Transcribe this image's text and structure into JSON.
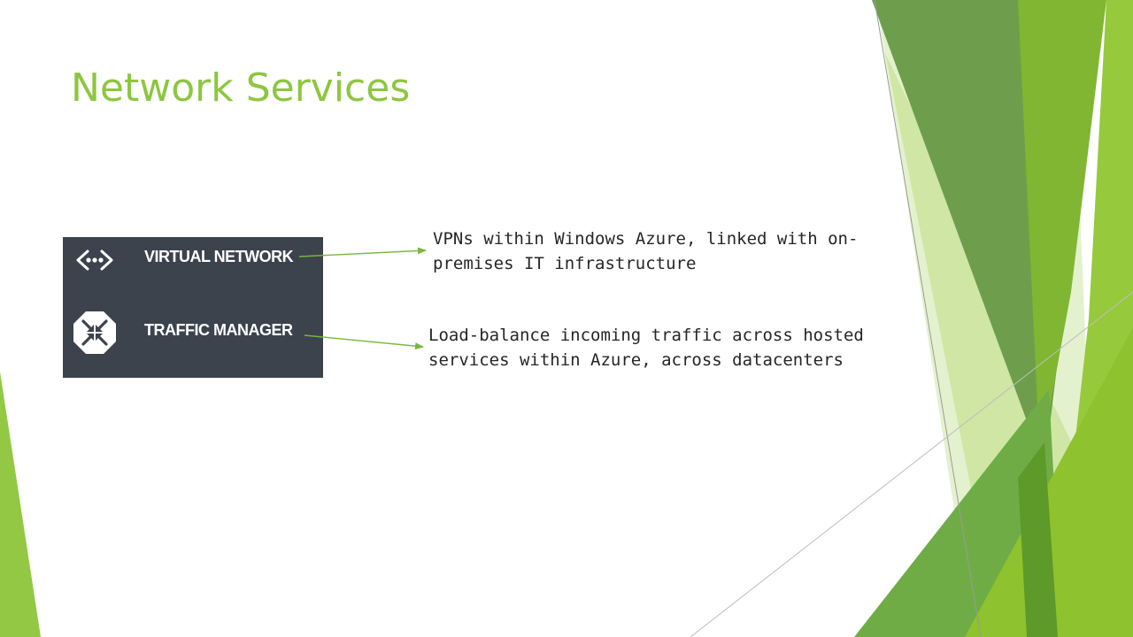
{
  "slide": {
    "title": "Network Services"
  },
  "services": [
    {
      "label": "VIRTUAL NETWORK",
      "icon": "virtual-network-icon",
      "description_lines": [
        "VPNs within Windows Azure, linked with on-",
        "premises IT infrastructure"
      ]
    },
    {
      "label": "TRAFFIC MANAGER",
      "icon": "traffic-manager-icon",
      "description_lines": [
        "Load-balance incoming traffic across hosted",
        "services within Azure, across datacenters"
      ]
    }
  ],
  "colors": {
    "title": "#8dc63f",
    "panel": "#3c434d",
    "arrow": "#78b83c",
    "body_text": "#262626",
    "accent_dark": "#4e8a23",
    "accent_mid": "#6fa844",
    "accent_light": "#9ed040"
  }
}
